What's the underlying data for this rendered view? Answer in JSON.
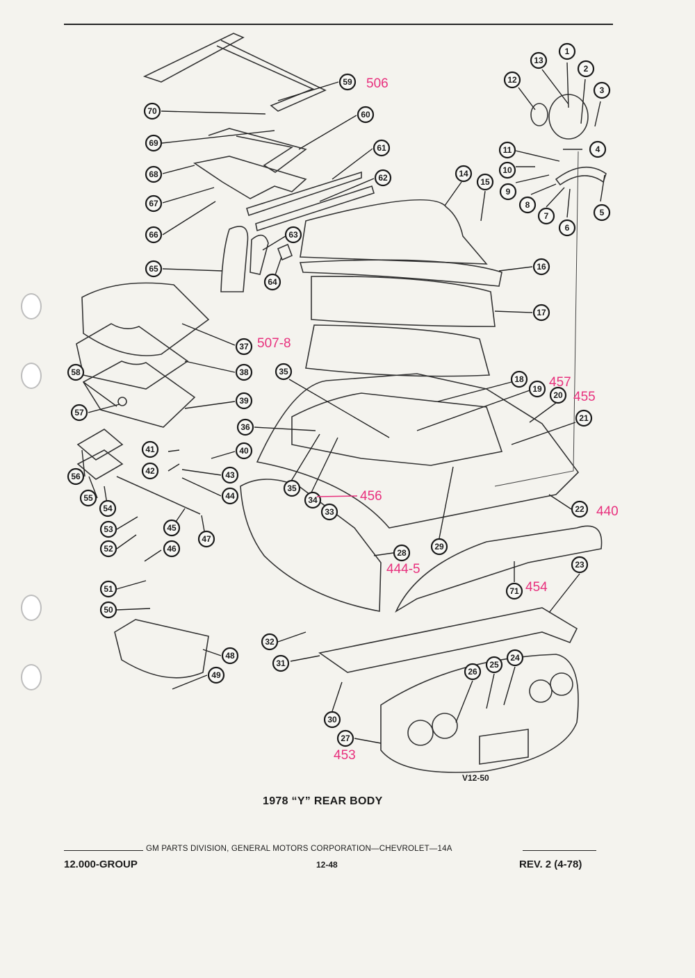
{
  "figure": {
    "title": "1978 “Y” REAR BODY",
    "code": "V12-50"
  },
  "footer": {
    "credit": "GM PARTS DIVISION, GENERAL MOTORS CORPORATION—CHEVROLET—14A",
    "group": "12.000-GROUP",
    "page": "12-48",
    "revision": "REV. 2 (4-78)"
  },
  "colors": {
    "paper": "#f4f3ee",
    "ink": "#1a1a1a",
    "annotation_pink": "#e8307d",
    "annotation_graphite": "#7f7f86"
  },
  "callouts": [
    "1",
    "2",
    "3",
    "4",
    "5",
    "6",
    "7",
    "8",
    "9",
    "10",
    "11",
    "12",
    "13",
    "14",
    "15",
    "16",
    "17",
    "18",
    "19",
    "20",
    "21",
    "22",
    "23",
    "24",
    "25",
    "26",
    "27",
    "28",
    "29",
    "30",
    "31",
    "32",
    "33",
    "34",
    "35",
    "35",
    "36",
    "37",
    "38",
    "39",
    "40",
    "41",
    "42",
    "43",
    "44",
    "45",
    "46",
    "47",
    "48",
    "49",
    "50",
    "51",
    "52",
    "53",
    "54",
    "55",
    "56",
    "57",
    "58",
    "59",
    "60",
    "61",
    "62",
    "63",
    "64",
    "65",
    "66",
    "67",
    "68",
    "69",
    "70",
    "71"
  ],
  "annotations": [
    "506",
    "507-8",
    "457",
    "455",
    "456",
    "440",
    "444-5",
    "454",
    "453"
  ]
}
